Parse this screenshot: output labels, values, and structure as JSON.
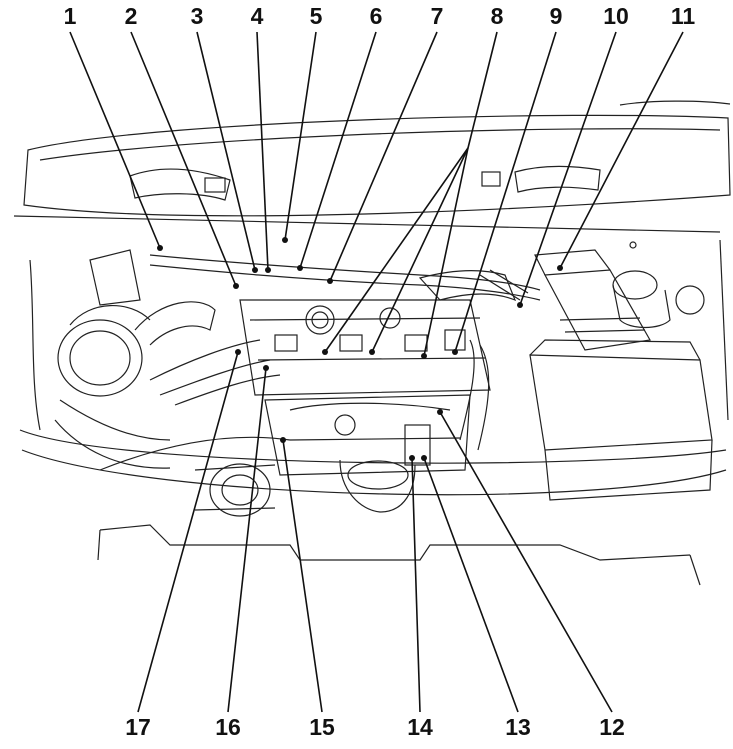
{
  "diagram": {
    "type": "engine-compartment-callout-drawing",
    "callouts_top": [
      "1",
      "2",
      "3",
      "4",
      "5",
      "6",
      "7",
      "8",
      "9",
      "10",
      "11"
    ],
    "callouts_bottom": [
      "17",
      "16",
      "15",
      "14",
      "13",
      "12"
    ]
  }
}
